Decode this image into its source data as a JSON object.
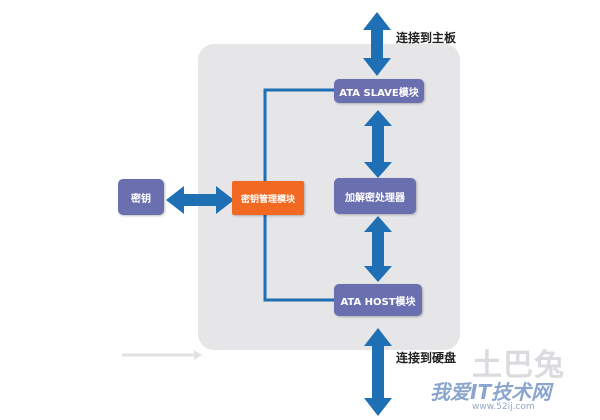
{
  "diagram": {
    "nodes": {
      "ata_slave": "ATA SLAVE模块",
      "crypto": "加解密处理器",
      "ata_host": "ATA HOST模块",
      "key_manager": "密钥管理模块",
      "key": "密钥"
    },
    "labels": {
      "to_motherboard": "连接到主板",
      "to_harddisk": "连接到硬盘"
    },
    "colors": {
      "panel": "#e6e6e8",
      "node_purple": "#6a6fb0",
      "node_orange": "#f26a21",
      "arrow_blue": "#1f6fb5",
      "line_blue": "#1f6fb5"
    }
  },
  "watermark": {
    "chinese": "我爱IT技术网",
    "site": "www.52ij.com",
    "logo_text": "土巴兔"
  }
}
